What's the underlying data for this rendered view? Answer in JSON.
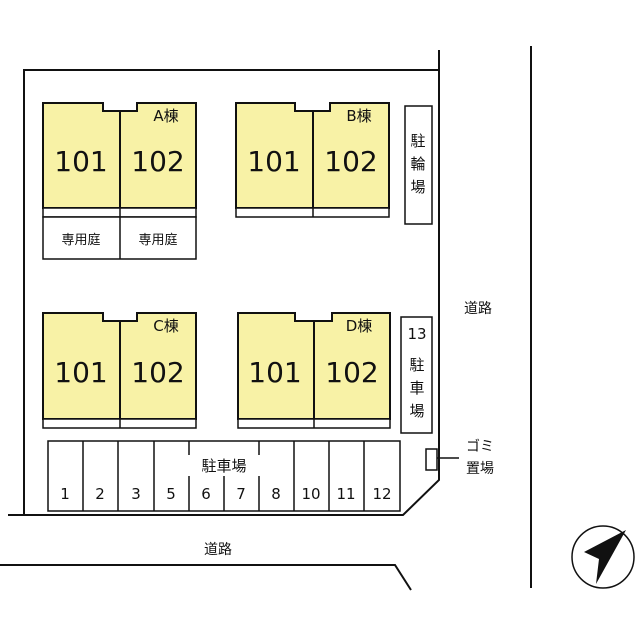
{
  "buildings": {
    "a": {
      "name": "A棟",
      "units": [
        "101",
        "102"
      ],
      "gardens": [
        "専用庭",
        "専用庭"
      ]
    },
    "b": {
      "name": "B棟",
      "units": [
        "101",
        "102"
      ]
    },
    "c": {
      "name": "C棟",
      "units": [
        "101",
        "102"
      ]
    },
    "d": {
      "name": "D棟",
      "units": [
        "101",
        "102"
      ]
    }
  },
  "bicycle_parking": {
    "chars": [
      "駐",
      "輪",
      "場"
    ]
  },
  "parking_13": {
    "number": "13",
    "chars": [
      "駐",
      "車",
      "場"
    ]
  },
  "parking_main": {
    "label": "駐車場",
    "spaces": [
      "1",
      "2",
      "3",
      "5",
      "6",
      "7",
      "8",
      "10",
      "11",
      "12"
    ]
  },
  "garbage": {
    "line1": "ゴミ",
    "line2": "置場"
  },
  "roads": {
    "east": "道路",
    "south": "道路"
  },
  "colors": {
    "unit_fill": "#f8f2a6",
    "outline": "#111111"
  },
  "icons": {
    "north_arrow": "north-arrow-icon"
  }
}
